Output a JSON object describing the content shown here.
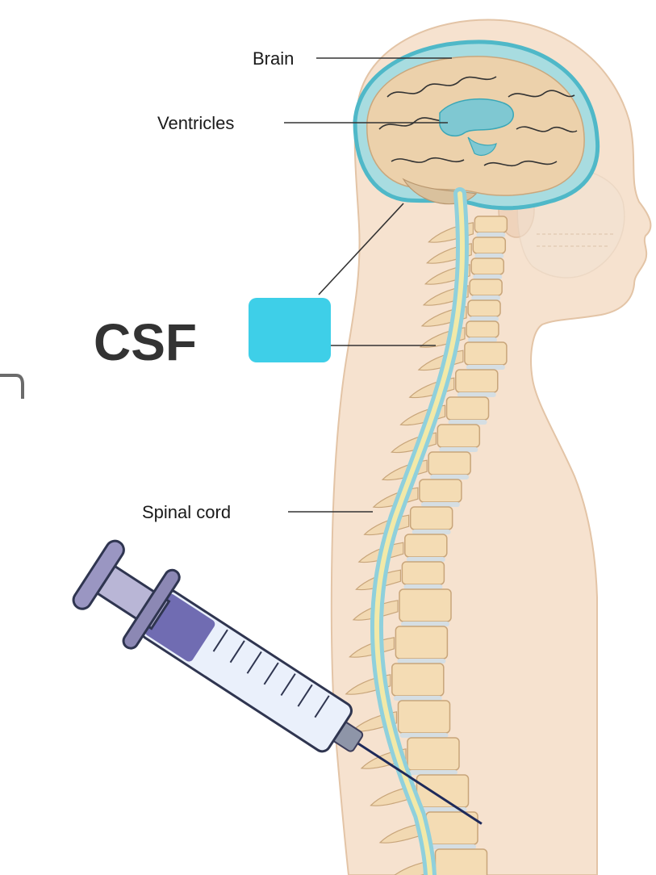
{
  "labels": {
    "brain": "Brain",
    "ventricles": "Ventricles",
    "csf": "CSF",
    "spinal_cord": "Spinal cord"
  },
  "colors": {
    "csf_swatch": "#3ecfe8",
    "skin": "#f6e2cf",
    "skin_outline": "#e3c4a6",
    "brain": "#e9c9a0",
    "csf_fluid": "#8fd0dc",
    "vertebra": "#f4dcb4",
    "disc": "#d5dee3",
    "spinal_cord": "#9fd8c6",
    "syringe_plunger": "#8c88b4",
    "syringe_barrel": "#eaf0fb",
    "syringe_fluid": "#5b55a5",
    "needle": "#1e2a5a"
  },
  "icons": {
    "syringe": "syringe-icon"
  }
}
